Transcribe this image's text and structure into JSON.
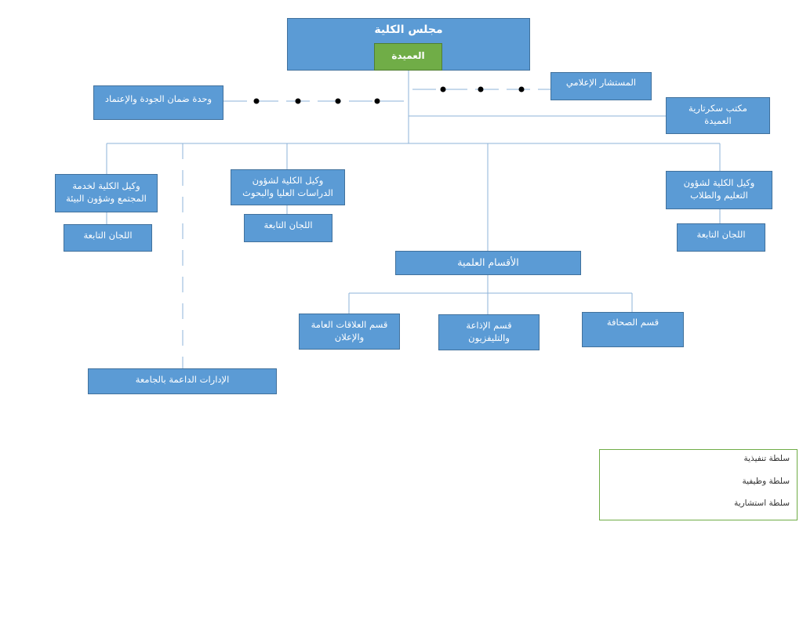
{
  "colors": {
    "box_fill": "#5b9bd5",
    "box_border": "#41719c",
    "dean_fill": "#70ad47",
    "line": "#8db3d9",
    "legend_border": "#70ad47"
  },
  "council": {
    "title": "مجلس الكلية",
    "dean": "العميدة"
  },
  "media_advisor": "المستشار الإعلامي",
  "quality_unit": "وحدة ضمان الجودة والإعتماد",
  "secretariat": "مكتب سكرتارية\nالعميدة",
  "vice_deans": {
    "education": {
      "title": "وكيل الكلية لشؤون\nالتعليم والطلاب",
      "committees": "اللجان التابعة"
    },
    "graduate": {
      "title": "وكيل الكلية لشؤون\nالدراسات العليا والبحوث",
      "committees": "اللجان التابعة"
    },
    "community": {
      "title": "وكيل الكلية لخدمة\nالمجتمع وشؤون البيئة",
      "committees": "اللجان التابعة"
    }
  },
  "departments": {
    "title": "الأقسام العلمية",
    "items": {
      "journalism": "قسم الصحافة",
      "broadcasting": "قسم الإذاعة\nوالتليفزيون",
      "public_relations": "قسم العلاقات العامة\nوالإعلان"
    }
  },
  "support_admin": "الإدارات الداعمة بالجامعة",
  "legend": {
    "executive": "سلطة تنفيذية",
    "functional": "سلطة وظيفية",
    "advisory": "سلطة استشارية"
  }
}
